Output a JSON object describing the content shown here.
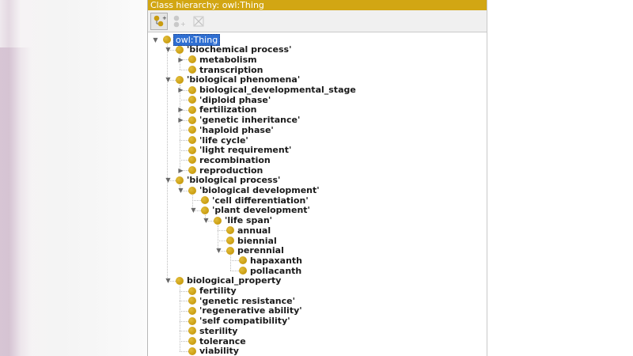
{
  "window": {
    "title": "Class hierarchy: owl:Thing"
  },
  "toolbar": {
    "buttons": [
      {
        "icon": "add-subclass-icon",
        "state": "active"
      },
      {
        "icon": "add-sibling-icon",
        "state": "disabled"
      },
      {
        "icon": "delete-class-icon",
        "state": "disabled"
      }
    ]
  },
  "colors": {
    "title_bar": "#d2a613",
    "class_dot": "#c99c10",
    "selection": "#2f6fd2"
  },
  "tree": {
    "nodes": [
      {
        "label": "owl:Thing",
        "depth": 0,
        "toggle": "expanded",
        "selected": true
      },
      {
        "label": "'biochemical process'",
        "depth": 1,
        "toggle": "expanded"
      },
      {
        "label": "metabolism",
        "depth": 2,
        "toggle": "collapsed"
      },
      {
        "label": "transcription",
        "depth": 2,
        "toggle": "none"
      },
      {
        "label": "'biological phenomena'",
        "depth": 1,
        "toggle": "expanded"
      },
      {
        "label": "biological_developmental_stage",
        "depth": 2,
        "toggle": "collapsed"
      },
      {
        "label": "'diploid phase'",
        "depth": 2,
        "toggle": "none"
      },
      {
        "label": "fertilization",
        "depth": 2,
        "toggle": "collapsed"
      },
      {
        "label": "'genetic inheritance'",
        "depth": 2,
        "toggle": "collapsed"
      },
      {
        "label": "'haploid phase'",
        "depth": 2,
        "toggle": "none"
      },
      {
        "label": "'life cycle'",
        "depth": 2,
        "toggle": "none"
      },
      {
        "label": "'light requirement'",
        "depth": 2,
        "toggle": "none"
      },
      {
        "label": "recombination",
        "depth": 2,
        "toggle": "none"
      },
      {
        "label": "reproduction",
        "depth": 2,
        "toggle": "collapsed"
      },
      {
        "label": "'biological process'",
        "depth": 1,
        "toggle": "expanded"
      },
      {
        "label": "'biological development'",
        "depth": 2,
        "toggle": "expanded"
      },
      {
        "label": "'cell differentiation'",
        "depth": 3,
        "toggle": "none"
      },
      {
        "label": "'plant development'",
        "depth": 3,
        "toggle": "expanded"
      },
      {
        "label": "'life span'",
        "depth": 4,
        "toggle": "expanded"
      },
      {
        "label": "annual",
        "depth": 5,
        "toggle": "none"
      },
      {
        "label": "biennial",
        "depth": 5,
        "toggle": "none"
      },
      {
        "label": "perennial",
        "depth": 5,
        "toggle": "expanded"
      },
      {
        "label": "hapaxanth",
        "depth": 6,
        "toggle": "none"
      },
      {
        "label": "pollacanth",
        "depth": 6,
        "toggle": "none"
      },
      {
        "label": "biological_property",
        "depth": 1,
        "toggle": "expanded"
      },
      {
        "label": "fertility",
        "depth": 2,
        "toggle": "none"
      },
      {
        "label": "'genetic resistance'",
        "depth": 2,
        "toggle": "none"
      },
      {
        "label": "'regenerative ability'",
        "depth": 2,
        "toggle": "none"
      },
      {
        "label": "'self compatibility'",
        "depth": 2,
        "toggle": "none"
      },
      {
        "label": "sterility",
        "depth": 2,
        "toggle": "none"
      },
      {
        "label": "tolerance",
        "depth": 2,
        "toggle": "none"
      },
      {
        "label": "viability",
        "depth": 2,
        "toggle": "none"
      }
    ]
  }
}
